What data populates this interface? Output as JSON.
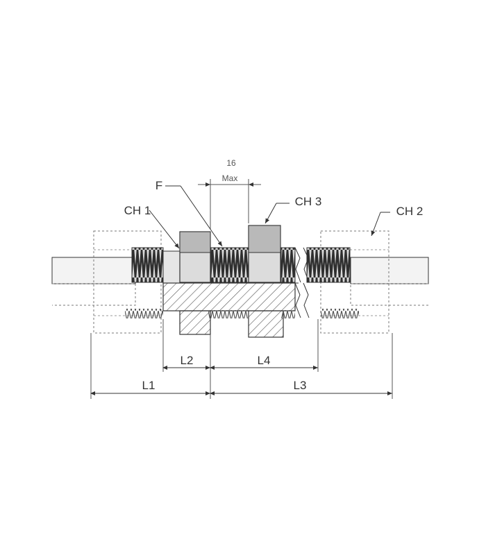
{
  "labels": {
    "ch1": "CH 1",
    "ch2": "CH 2",
    "ch3": "CH 3",
    "f": "F",
    "max_value": "16",
    "max_word": "Max",
    "l1": "L1",
    "l2": "L2",
    "l3": "L3",
    "l4": "L4"
  },
  "colors": {
    "line": "#333333",
    "hatch": "#555555",
    "nut_fill": "#c9c9c9",
    "thread_fill": "#5a5a5a",
    "dashed": "#777777"
  }
}
